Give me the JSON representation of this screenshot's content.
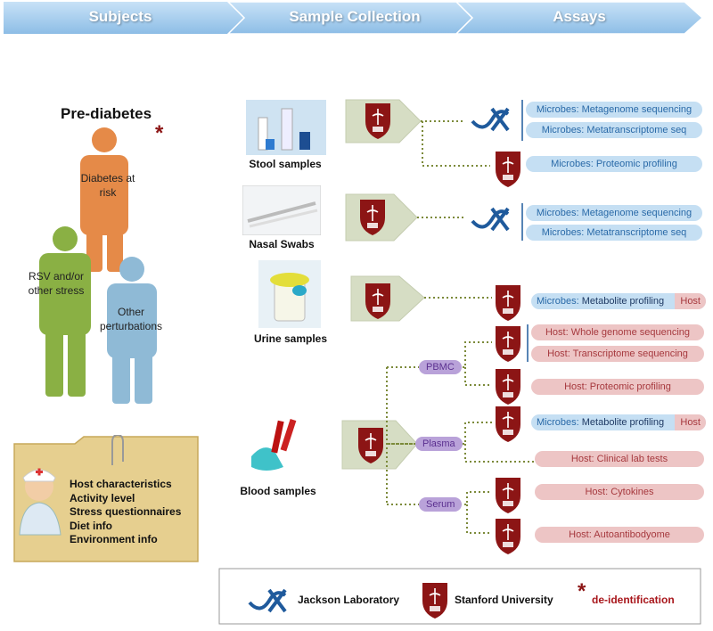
{
  "header": {
    "subjects": "Subjects",
    "sample_collection": "Sample Collection",
    "assays": "Assays"
  },
  "subjects": {
    "title": "Pre-diabetes",
    "asterisk": "*",
    "figure_orange": "Diabetes at risk",
    "figure_green": "RSV and/or other stress",
    "figure_blue": "Other perturbations"
  },
  "folder": {
    "items": [
      "Host characteristics",
      "Activity level",
      "Stress questionnaires",
      "Diet info",
      "Environment info"
    ]
  },
  "samples": {
    "stool": "Stool samples",
    "nasal": "Nasal Swabs",
    "urine": "Urine samples",
    "blood": "Blood samples"
  },
  "blood_branches": {
    "pbmc": "PBMC",
    "plasma": "Plasma",
    "serum": "Serum"
  },
  "assays": {
    "stool_metagenome": "Microbes: Metagenome sequencing",
    "stool_metatranscriptome": "Microbes: Metatranscriptome seq",
    "stool_proteomic": "Microbes: Proteomic profiling",
    "nasal_metagenome": "Microbes: Metagenome sequencing",
    "nasal_metatranscriptome": "Microbes: Metatranscriptome seq",
    "urine_microbes": "Microbes:",
    "urine_metabolite": " Metabolite profiling",
    "urine_host": "Host",
    "pbmc_wgs": "Host: Whole genome sequencing",
    "pbmc_transcriptome": "Host: Transcriptome sequencing",
    "pbmc_proteomic": "Host: Proteomic profiling",
    "plasma_microbes": "Microbes:",
    "plasma_metabolite": " Metabolite profiling",
    "plasma_host": "Host",
    "plasma_clinical": "Host: Clinical lab tests",
    "serum_cytokines": "Host: Cytokines",
    "serum_autoantibody": "Host: Autoantibodyome"
  },
  "legend": {
    "jackson": "Jackson Laboratory",
    "stanford": "Stanford University",
    "asterisk": "*",
    "deid": "de-identification"
  },
  "colors": {
    "header_arrow": "#a9d0f0",
    "orange": "#e58a48",
    "green": "#8ab044",
    "blue_figure": "#8fbad6",
    "stanford_red": "#8c1515",
    "jax_blue": "#1f5a9c",
    "dotted_line": "#7c8a3a",
    "collection_arrow": "#d6ddc4"
  }
}
